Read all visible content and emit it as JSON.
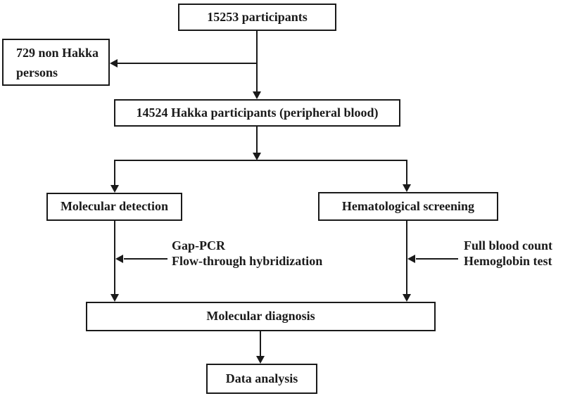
{
  "figure": {
    "background_color": "#ffffff",
    "line_color": "#1a1a1a",
    "text_color": "#1a1a1a"
  },
  "boxes": {
    "participants_total": {
      "label": "15253 participants"
    },
    "non_hakka": {
      "label": "729 non Hakka persons"
    },
    "hakka_participants": {
      "label": "14524 Hakka participants (peripheral blood)"
    },
    "molecular_detection": {
      "label": "Molecular detection"
    },
    "hematological_screening": {
      "label": "Hematological screening"
    },
    "molecular_diagnosis": {
      "label": "Molecular diagnosis"
    },
    "data_analysis": {
      "label": "Data analysis"
    }
  },
  "annotations": {
    "molecular_methods": {
      "lines": [
        "Gap-PCR",
        "Flow-through hybridization"
      ]
    },
    "hematological_methods": {
      "lines": [
        "Full blood count",
        "Hemoglobin test"
      ]
    }
  }
}
